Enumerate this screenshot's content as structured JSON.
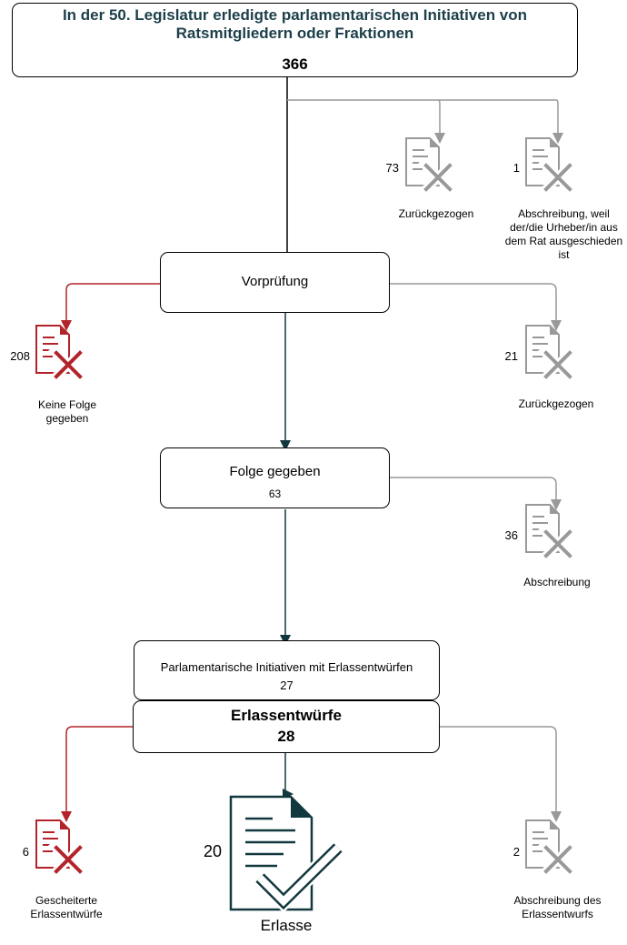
{
  "colors": {
    "red": "#b3242a",
    "gray": "#999999",
    "teal": "#1c3f4a",
    "darkteal": "#12383f"
  },
  "top": {
    "title": "In der 50. Legislatur erledigte parlamentarischen Initiativen von Ratsmitgliedern oder Fraktionen",
    "count": "366"
  },
  "vorpruefung": {
    "label": "Vorprüfung"
  },
  "folge": {
    "label": "Folge gegeben",
    "count": "63"
  },
  "pi_erlass": {
    "label": "Parlamentarische Initiativen mit Erlassentwürfen",
    "count": "27"
  },
  "erlassentwuerfe": {
    "label": "Erlassentwürfe",
    "count": "28"
  },
  "outcomes": {
    "zurueckgezogen1": {
      "count": "73",
      "label": "Zurückgezogen"
    },
    "ausgeschieden": {
      "count": "1",
      "label": "Abschreibung, weil der/die Urheber/in aus dem Rat ausgeschieden ist"
    },
    "keine_folge": {
      "count": "208",
      "label": "Keine Folge gegeben"
    },
    "zurueckgezogen2": {
      "count": "21",
      "label": "Zurückgezogen"
    },
    "abschreibung": {
      "count": "36",
      "label": "Abschreibung"
    },
    "gescheitert": {
      "count": "6",
      "label": "Gescheiterte Erlassentwürfe"
    },
    "erlasse": {
      "count": "20",
      "label": "Erlasse"
    },
    "abschreibung_entwurf": {
      "count": "2",
      "label": "Abschreibung des Erlassentwurfs"
    }
  }
}
